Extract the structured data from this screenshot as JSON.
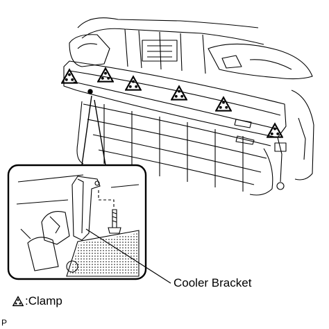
{
  "labels": {
    "cooler_bracket": "Cooler Bracket",
    "legend_text": ":Clamp",
    "page_code": "P"
  },
  "icons": {
    "clamp_marker": "warning-triangle-icon"
  },
  "clamp_count": 6
}
